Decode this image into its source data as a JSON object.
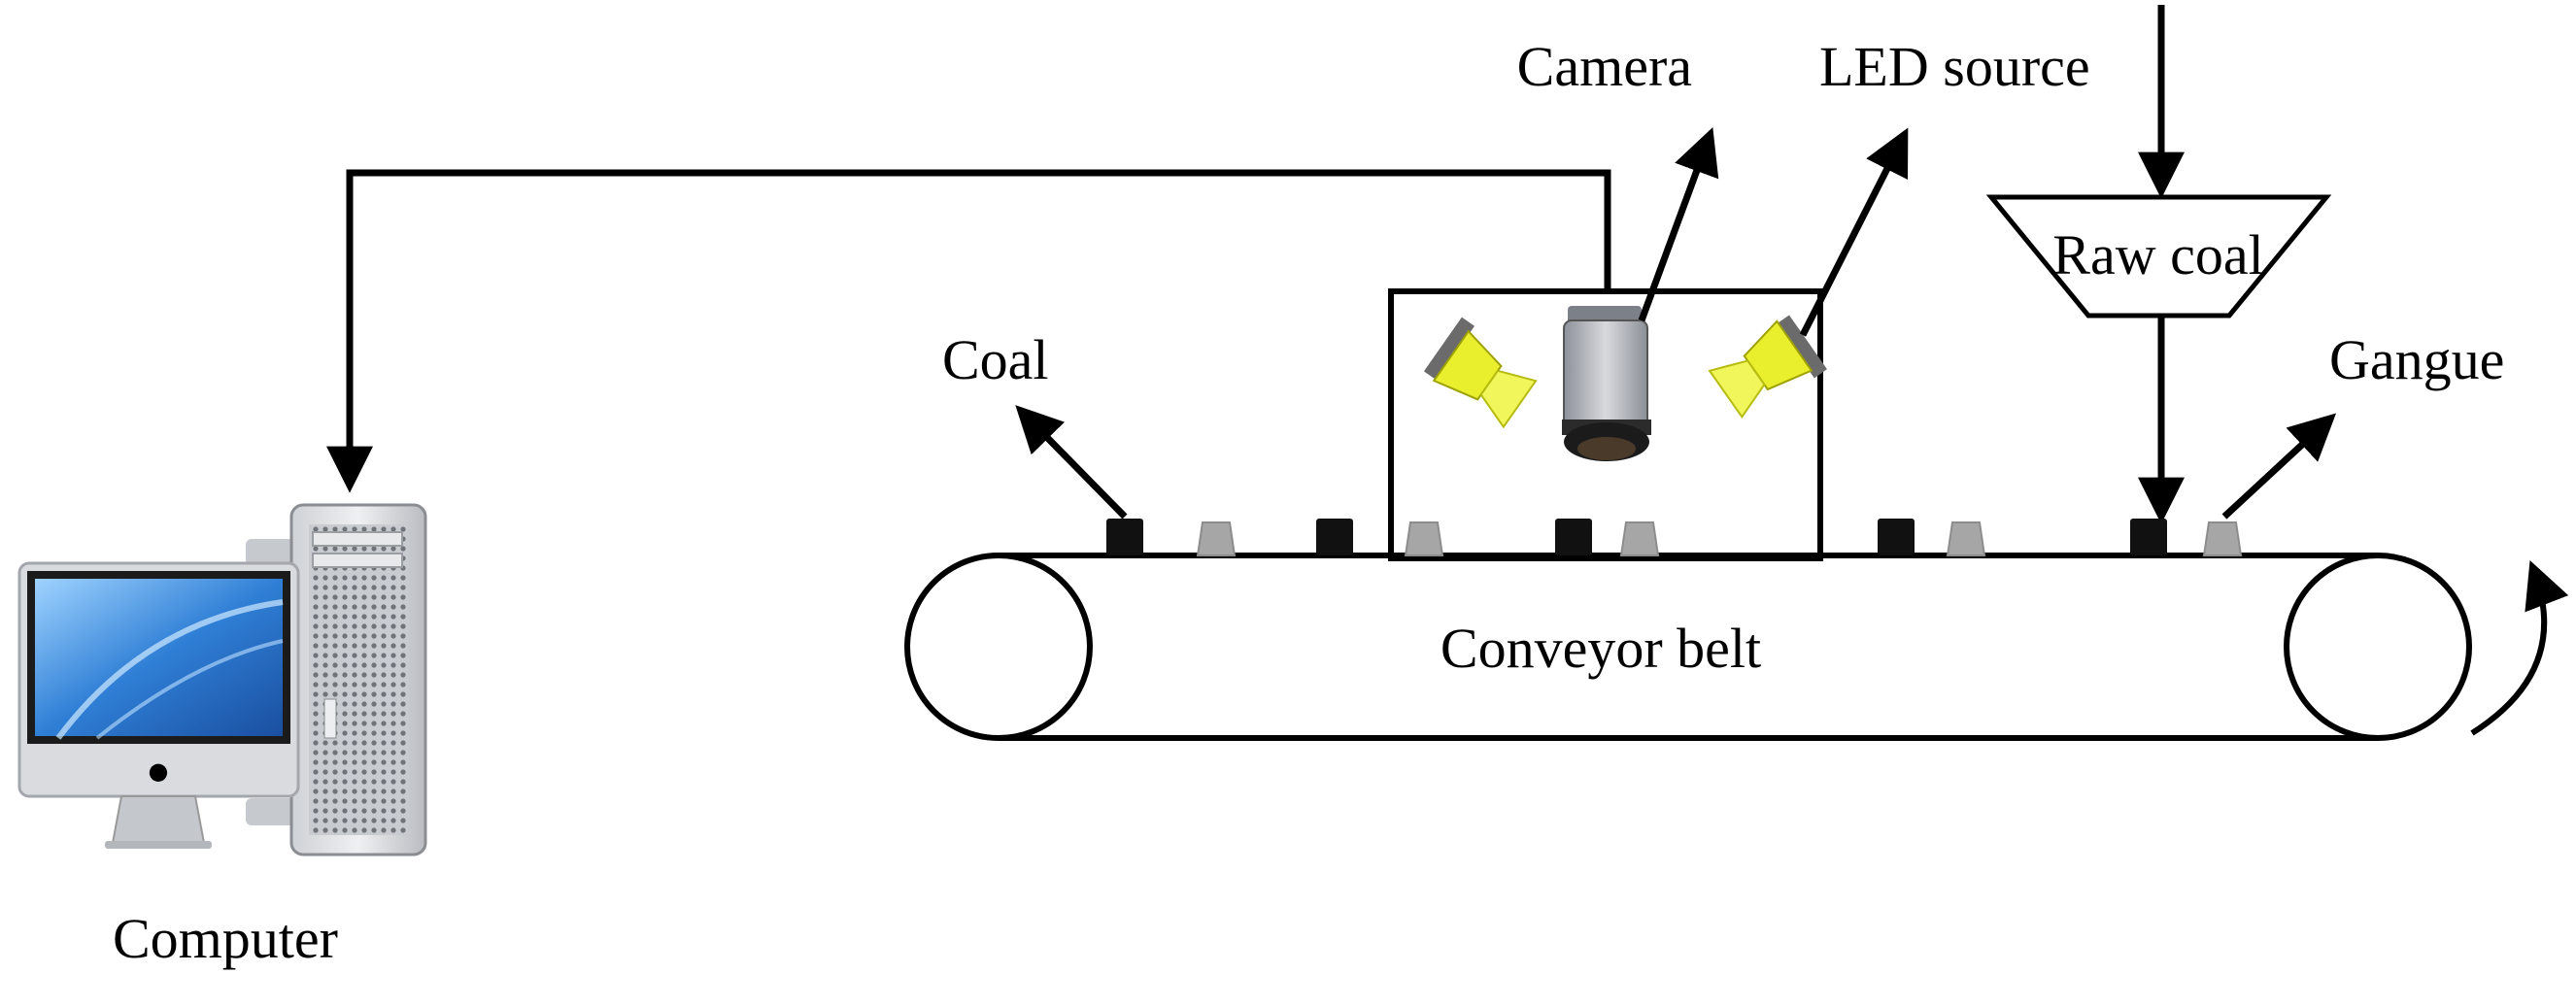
{
  "labels": {
    "camera": "Camera",
    "led_source": "LED source",
    "raw_coal": "Raw coal",
    "coal": "Coal",
    "gangue": "Gangue",
    "conveyor_belt": "Conveyor belt",
    "computer": "Computer"
  },
  "colors": {
    "coal_block": "#111111",
    "gangue_block": "#a6a6a6",
    "led_lamp": "#e9ef2c",
    "screen_blue": "#2f7fd6",
    "camera_body": "#b9bcc3"
  },
  "belt_items": [
    "coal",
    "gangue",
    "coal",
    "gangue",
    "coal",
    "gangue",
    "coal",
    "gangue",
    "coal",
    "gangue"
  ]
}
